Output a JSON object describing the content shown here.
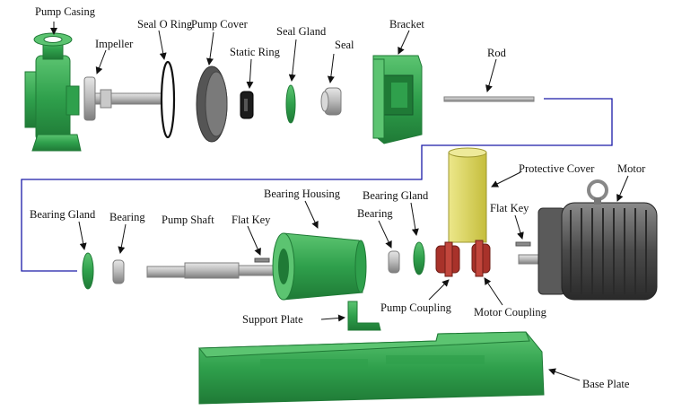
{
  "labels": {
    "pump_casing": "Pump Casing",
    "impeller": "Impeller",
    "seal_o_ring": "Seal O Ring",
    "pump_cover": "Pump Cover",
    "static_ring": "Static Ring",
    "seal_gland": "Seal Gland",
    "seal": "Seal",
    "bracket": "Bracket",
    "rod": "Rod",
    "protective_cover": "Protective Cover",
    "motor": "Motor",
    "bearing_gland_left": "Bearing Gland",
    "bearing_left": "Bearing",
    "pump_shaft": "Pump Shaft",
    "flat_key_left": "Flat Key",
    "bearing_housing": "Bearing Housing",
    "bearing_gland_right": "Bearing Gland",
    "bearing_right": "Bearing",
    "flat_key_right": "Flat Key",
    "pump_coupling": "Pump Coupling",
    "motor_coupling": "Motor Coupling",
    "support_plate": "Support Plate",
    "base_plate": "Base Plate"
  },
  "colors": {
    "part_green": "#2fa04c",
    "part_green_dark": "#1f7a36",
    "part_green_light": "#5cc471",
    "steel": "#b9b9b9",
    "steel_dark": "#7d7d7d",
    "coupling": "#a8322a",
    "cover_yellow": "#d8d25a",
    "motor_gray": "#4a4a4a",
    "connector_blue": "#1a1aa8"
  }
}
